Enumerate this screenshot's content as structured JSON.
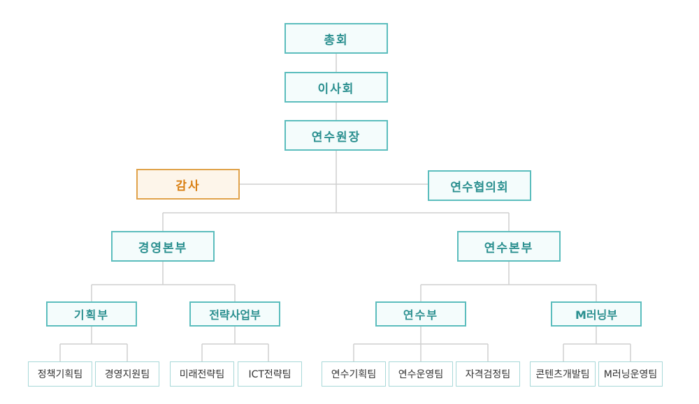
{
  "org": {
    "general_meeting": "총회",
    "board": "이사회",
    "director": "연수원장",
    "audit": "감사",
    "council": "연수협의회",
    "management_hq": {
      "label": "경영본부",
      "departments": [
        {
          "label": "기획부",
          "teams": [
            "정책기획팀",
            "경영지원팀"
          ]
        },
        {
          "label": "전략사업부",
          "teams": [
            "미래전략팀",
            "ICT전략팀"
          ]
        }
      ]
    },
    "training_hq": {
      "label": "연수본부",
      "departments": [
        {
          "label": "연수부",
          "teams": [
            "연수기획팀",
            "연수운영팀",
            "자격검정팀"
          ]
        },
        {
          "label": "M러닝부",
          "teams": [
            "콘텐츠개발팀",
            "M러닝운영팀"
          ]
        }
      ]
    }
  },
  "colors": {
    "line": "#cfcfcf",
    "node_border": "#5bbdbd",
    "node_text": "#2a8f8f",
    "audit_border": "#e0a24a",
    "audit_text": "#d97f12",
    "leaf_border": "#a8d8d8",
    "leaf_text": "#333333"
  }
}
